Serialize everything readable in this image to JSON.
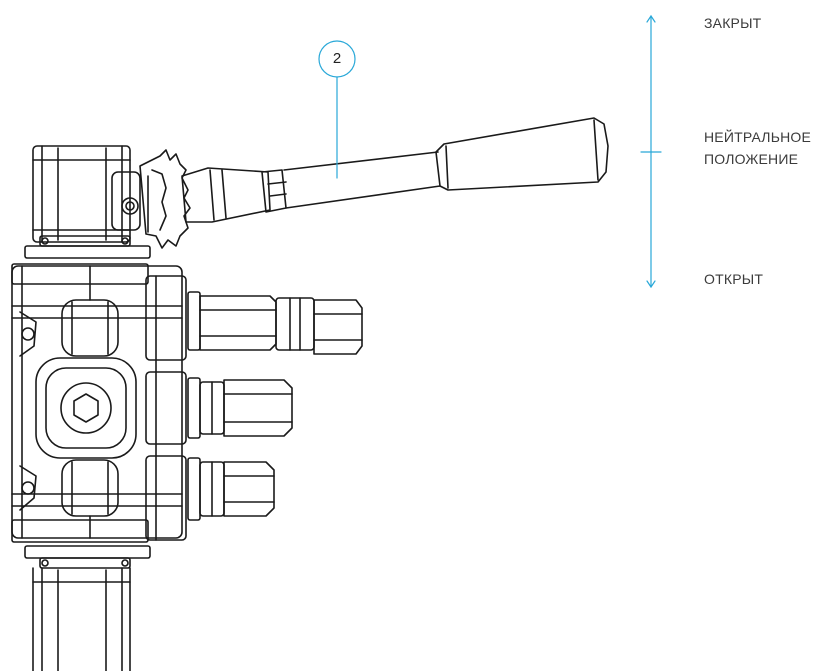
{
  "callout": {
    "number": "2"
  },
  "positions": {
    "closed": "ЗАКРЫТ",
    "neutral_line1": "НЕЙТРАЛЬНОЕ",
    "neutral_line2": "ПОЛОЖЕНИЕ",
    "open": "ОТКРЫТ"
  },
  "colors": {
    "accent": "#29a8d8",
    "line": "#1a1a1a",
    "text": "#3b3b3b"
  }
}
